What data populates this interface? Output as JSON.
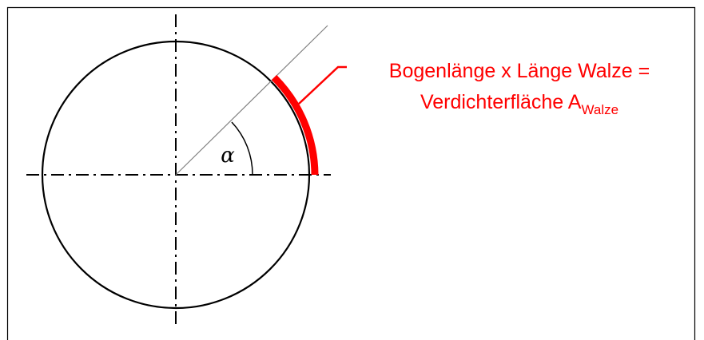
{
  "diagram": {
    "angle_symbol": "α",
    "annotation": {
      "line1": "Bogenlänge x Länge Walze =",
      "line2_main": "Verdichterfläche A",
      "line2_sub": "Walze"
    },
    "colors": {
      "stroke": "#000000",
      "thin_line": "#808080",
      "highlight": "#ff0000",
      "background": "#ffffff"
    }
  }
}
